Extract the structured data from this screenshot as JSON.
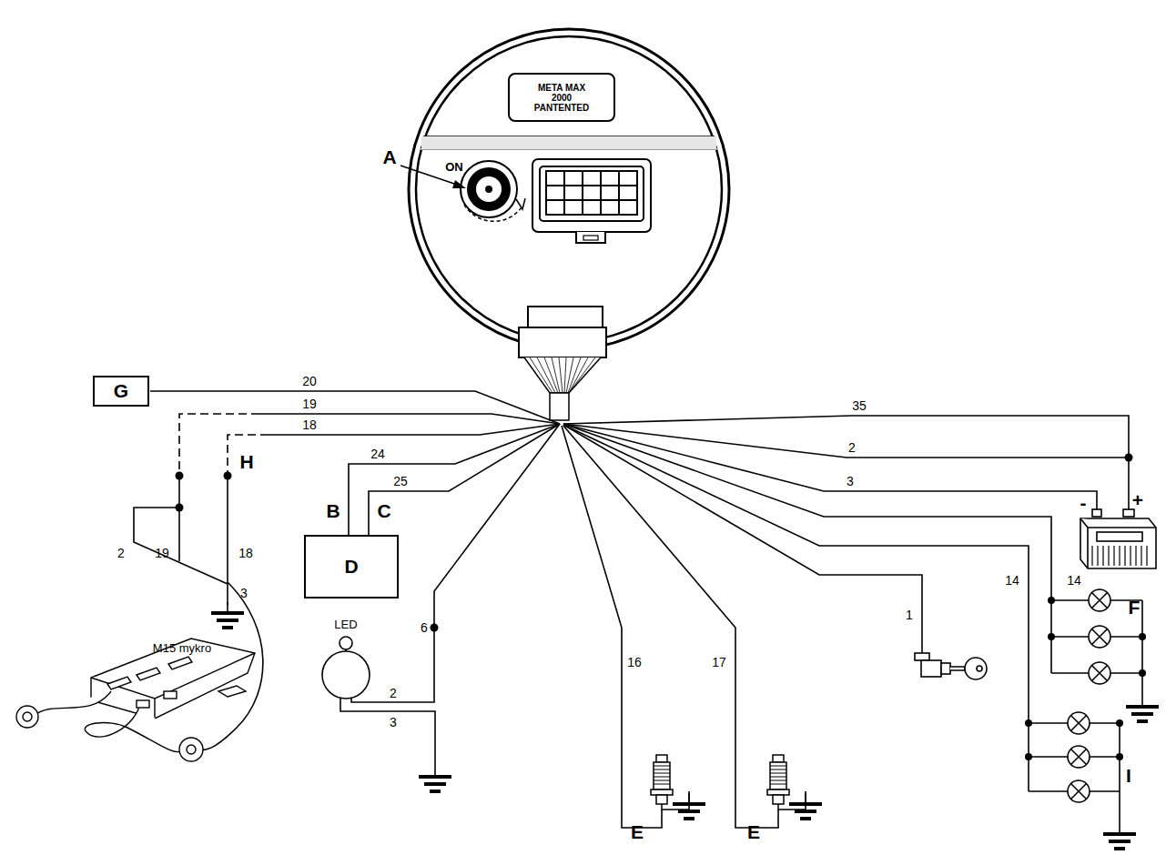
{
  "diagram": {
    "nodes": [
      {
        "text": [
          "META MAX 2000 PANTENTED"
        ]
      },
      {
        "text": [
          "G"
        ]
      },
      {
        "text": [
          "D"
        ]
      }
    ],
    "labels": [
      "A",
      "ON",
      "20",
      "19",
      "18",
      "H",
      "24",
      "25",
      "B",
      "C",
      "35",
      "2",
      "3",
      "2",
      "19",
      "18",
      "3",
      "-",
      "+",
      "F",
      "14",
      "14",
      "LED",
      "6",
      "2",
      "3",
      "16",
      "17",
      "1",
      "I",
      "E",
      "E",
      "M15 mykro"
    ]
  }
}
